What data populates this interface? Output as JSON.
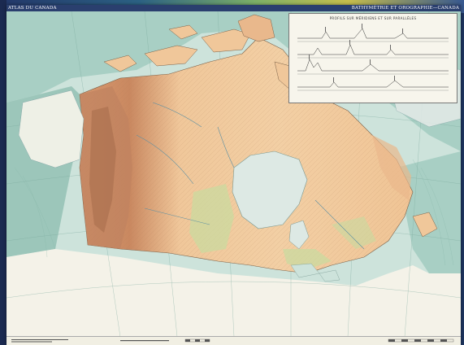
{
  "header": {
    "left_title": "ATLAS DU CANADA",
    "right_title": "BATHYMÉTRIE ET OROGRAPHIE—CANADA"
  },
  "inset": {
    "title": "PROFILS SUR MÉRIDIENS ET SUR PARALLÈLES"
  },
  "colors": {
    "ocean": "#a8cfc4",
    "ocean_deep": "#8cbcb0",
    "land_low": "#c8dba0",
    "land_mid": "#f0c79a",
    "land_high": "#d99a70",
    "mountains": "#b87a58",
    "water": "#dde9e4",
    "paper": "#f1efe3"
  },
  "icons": {
    "map": "topographic-map-canada"
  }
}
